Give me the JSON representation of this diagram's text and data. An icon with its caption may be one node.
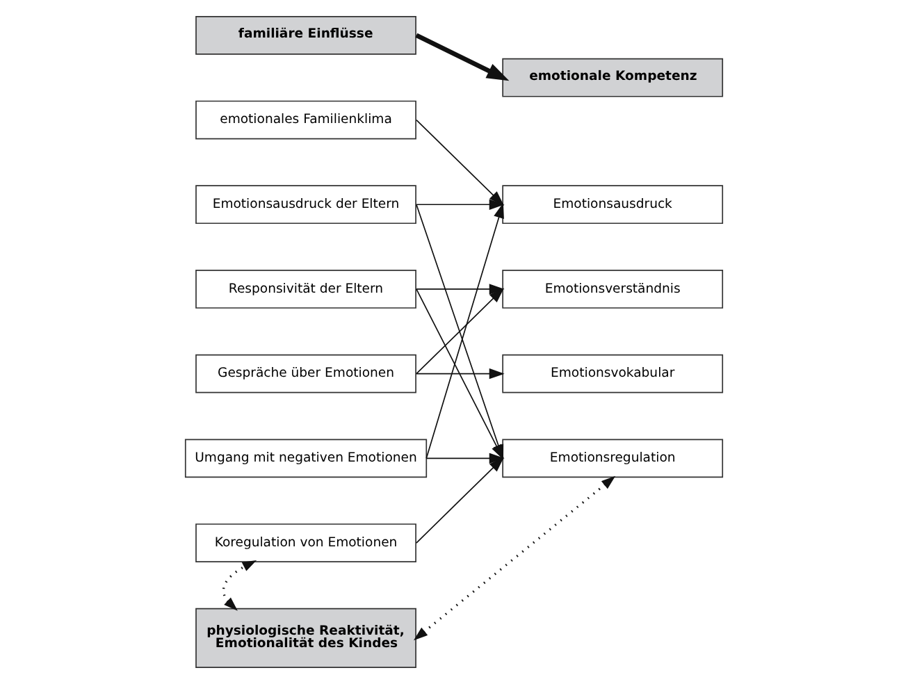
{
  "diagram": {
    "nodes": [
      {
        "text": [
          "familiäre Einflüsse"
        ]
      },
      {
        "text": [
          "emotionale Kompetenz"
        ]
      },
      {
        "text": [
          "emotionales Familienklima"
        ]
      },
      {
        "text": [
          "Emotionsausdruck der Eltern"
        ]
      },
      {
        "text": [
          "Responsivität der Eltern"
        ]
      },
      {
        "text": [
          "Gespräche über Emotionen"
        ]
      },
      {
        "text": [
          "Umgang mit negativen Emotionen"
        ]
      },
      {
        "text": [
          "Koregulation von Emotionen"
        ]
      },
      {
        "text": [
          "Emotionsausdruck"
        ]
      },
      {
        "text": [
          "Emotionsverständnis"
        ]
      },
      {
        "text": [
          "Emotionsvokabular"
        ]
      },
      {
        "text": [
          "Emotionsregulation"
        ]
      },
      {
        "text": [
          "physiologische Reaktivität, Emotionalität des Kindes"
        ]
      }
    ],
    "edges": [
      {
        "from": 0,
        "to": 1,
        "arrow": "to",
        "style": "thick"
      },
      {
        "from": 2,
        "to": 8,
        "arrow": "to"
      },
      {
        "from": 3,
        "to": 8,
        "arrow": "to"
      },
      {
        "from": 3,
        "to": 11,
        "arrow": "to"
      },
      {
        "from": 4,
        "to": 9,
        "arrow": "to"
      },
      {
        "from": 4,
        "to": 11,
        "arrow": "to"
      },
      {
        "from": 5,
        "to": 9,
        "arrow": "to"
      },
      {
        "from": 5,
        "to": 10,
        "arrow": "to"
      },
      {
        "from": 6,
        "to": 8,
        "arrow": "to"
      },
      {
        "from": 6,
        "to": 11,
        "arrow": "to"
      },
      {
        "from": 7,
        "to": 11,
        "arrow": "to"
      },
      {
        "from": 12,
        "to": 7,
        "arrow": "both",
        "style": "dashed"
      },
      {
        "from": 12,
        "to": 11,
        "arrow": "both",
        "style": "dashed"
      }
    ]
  }
}
